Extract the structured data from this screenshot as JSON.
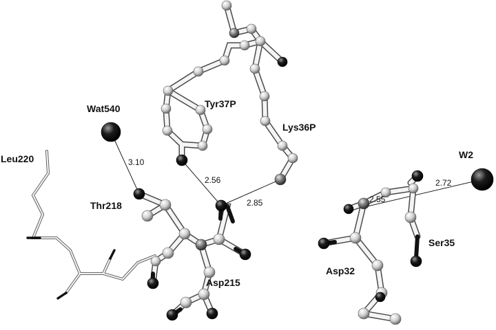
{
  "labels": {
    "tyr37p": "Tyr37P",
    "lys36p": "Lys36P",
    "wat540": "Wat540",
    "leu220": "Leu220",
    "thr218": "Thr218",
    "asp215": "Asp215",
    "asp32": "Asp32",
    "ser35": "Ser35",
    "w2": "W2"
  },
  "distances": {
    "wat540_thr218": "3.10",
    "tyr_asp215": "2.56",
    "lys_asp215": "2.85",
    "w2_ser35": "2.72",
    "asp32_ser35": "2.55"
  },
  "colors": {
    "carbon": "#c8c8c8",
    "oxygen": "#101010",
    "nitrogen": "#7a7a7a",
    "bond": "#e8e8e8",
    "line": "#222222"
  }
}
